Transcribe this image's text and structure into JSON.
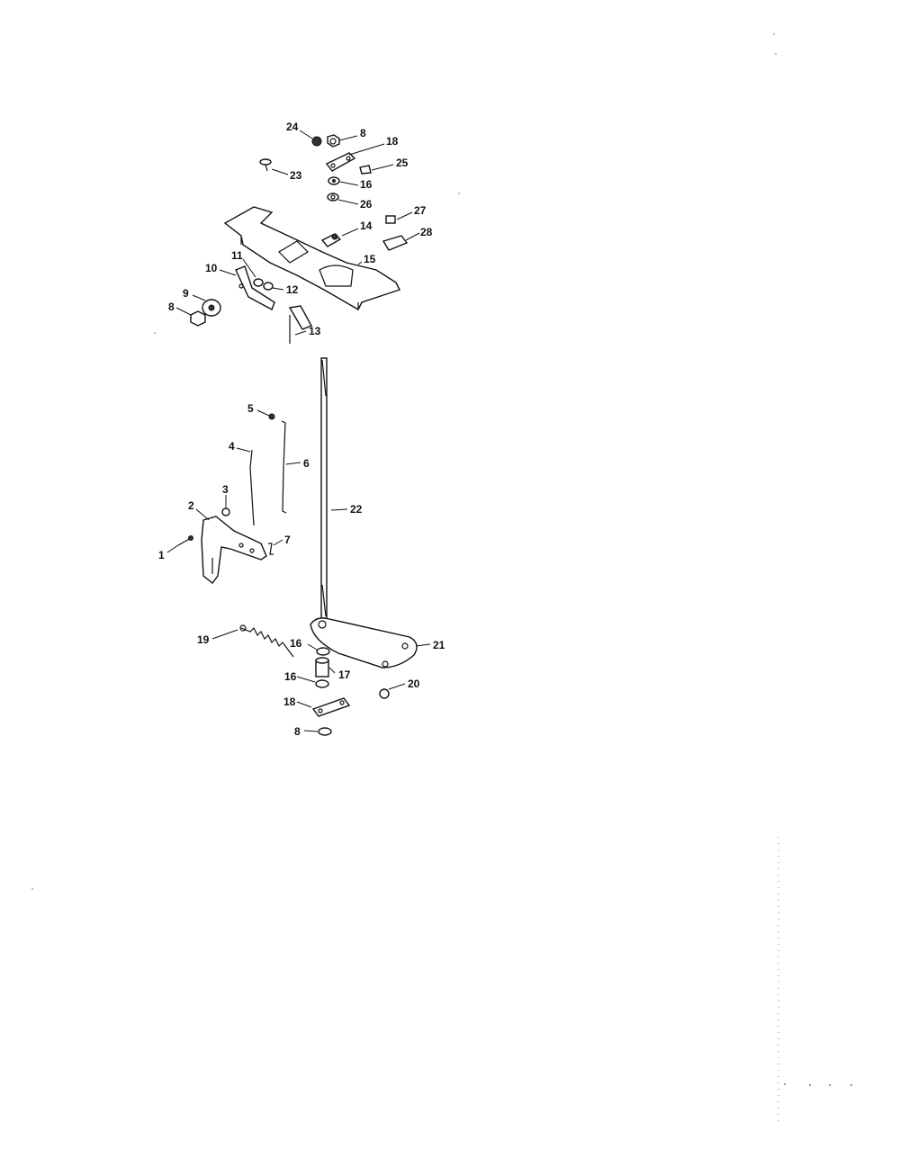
{
  "callouts": {
    "c24": "24",
    "c8a": "8",
    "c18a": "18",
    "c23": "23",
    "c25": "25",
    "c16a": "16",
    "c26": "26",
    "c27": "27",
    "c14": "14",
    "c28": "28",
    "c11": "11",
    "c15": "15",
    "c10": "10",
    "c12": "12",
    "c9": "9",
    "c8b": "8",
    "c13": "13",
    "c5": "5",
    "c4": "4",
    "c6": "6",
    "c3": "3",
    "c22": "22",
    "c2": "2",
    "c1": "1",
    "c7": "7",
    "c19": "19",
    "c16b": "16",
    "c21": "21",
    "c17": "17",
    "c16c": "16",
    "c20": "20",
    "c18b": "18",
    "c8c": "8"
  }
}
